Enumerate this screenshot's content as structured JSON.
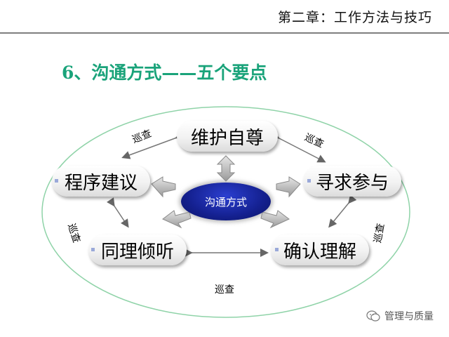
{
  "header": {
    "chapter_title": "第二章：工作方法与技巧"
  },
  "slide": {
    "title": "6、沟通方式——五个要点"
  },
  "diagram": {
    "center": "沟通方式",
    "nodes": {
      "top": "维护自尊",
      "left": "程序建议",
      "right": "寻求参与",
      "bottom_left": "同理倾听",
      "bottom_right": "确认理解"
    },
    "cycle_label": "巡查"
  },
  "watermark": {
    "text": "管理与质量",
    "icon": "wechat-icon"
  },
  "colors": {
    "title_green": "#1aa37a",
    "center_blue": "#14208f",
    "ellipse_green": "#8fd3a8"
  }
}
